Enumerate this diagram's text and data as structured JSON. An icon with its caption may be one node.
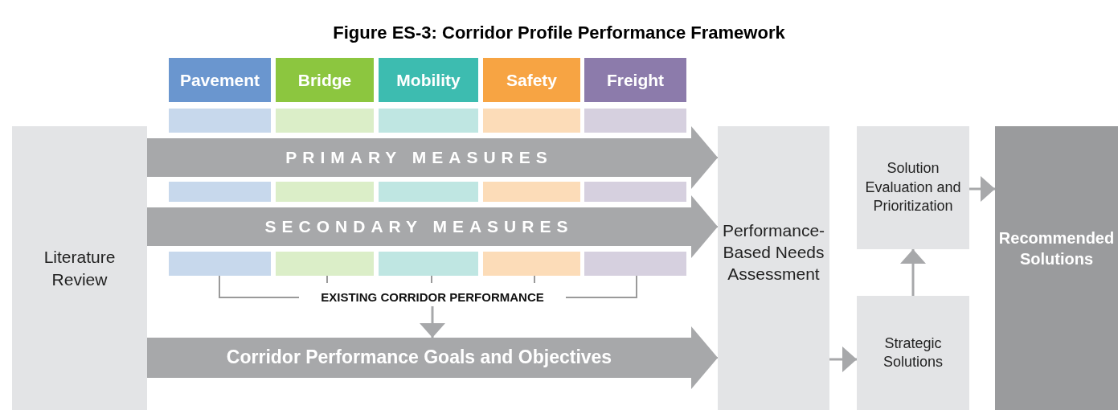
{
  "diagram": {
    "title": "Figure ES-3: Corridor Profile Performance Framework",
    "nodes": [
      {
        "text": [
          "Pavement"
        ]
      },
      {
        "text": [
          "Bridge"
        ]
      },
      {
        "text": [
          "Mobility"
        ]
      },
      {
        "text": [
          "Safety"
        ]
      },
      {
        "text": [
          "Freight"
        ]
      },
      {
        "text": [],
        "shape": "box"
      },
      {
        "text": [],
        "shape": "box"
      },
      {
        "text": [],
        "shape": "box"
      },
      {
        "text": [],
        "shape": "box"
      },
      {
        "text": [],
        "shape": "box"
      },
      {
        "text": [],
        "shape": "box"
      },
      {
        "text": [],
        "shape": "box"
      },
      {
        "text": [],
        "shape": "box"
      },
      {
        "text": [],
        "shape": "box"
      },
      {
        "text": [],
        "shape": "box"
      },
      {
        "text": [],
        "shape": "box"
      },
      {
        "text": [],
        "shape": "box"
      },
      {
        "text": [],
        "shape": "box"
      },
      {
        "text": [],
        "shape": "box"
      },
      {
        "text": [],
        "shape": "box"
      },
      {
        "text": [
          "Literature Review"
        ]
      },
      {
        "text": [
          "PRIMARY MEASURES"
        ]
      },
      {
        "text": [
          "SECONDARY MEASURES"
        ]
      },
      {
        "text": [
          "EXISTING CORRIDOR PERFORMANCE"
        ]
      },
      {
        "text": [
          "Corridor Performance Goals and Objectives"
        ]
      },
      {
        "text": [
          "Performance-Based Needs Assessment"
        ]
      },
      {
        "text": [
          "Solution Evaluation and Prioritization"
        ]
      },
      {
        "text": [
          "Strategic Solutions"
        ]
      },
      {
        "text": [
          "Recommended Solutions"
        ]
      }
    ],
    "edges": [
      {
        "from": 21,
        "to": 25,
        "arrow": "to"
      },
      {
        "from": 22,
        "to": 25,
        "arrow": "to"
      },
      {
        "from": 24,
        "to": 25,
        "arrow": "to"
      },
      {
        "from": 23,
        "to": 24,
        "arrow": "to"
      },
      {
        "from": 25,
        "to": 27,
        "arrow": "to"
      },
      {
        "from": 27,
        "to": 26,
        "arrow": "to"
      },
      {
        "from": 26,
        "to": 28,
        "arrow": "to"
      }
    ]
  }
}
